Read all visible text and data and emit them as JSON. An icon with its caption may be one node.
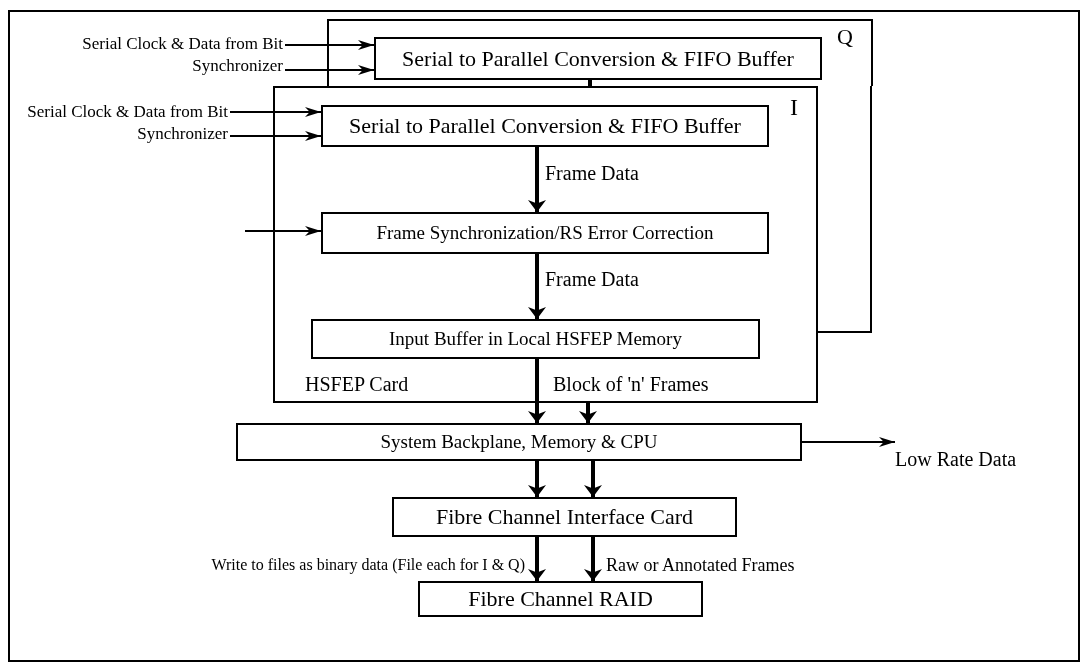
{
  "diagram": {
    "nodes": [
      {
        "text": [
          "Q"
        ]
      },
      {
        "text": [
          "Serial to Parallel Conversion & FIFO Buffer"
        ],
        "in": 0
      },
      {
        "text": [
          "Serial Clock & Data from Bit Synchronizer"
        ]
      },
      {
        "text": [
          "I",
          "HSFEP Card"
        ]
      },
      {
        "text": [
          "Serial to Parallel Conversion & FIFO Buffer"
        ],
        "in": 3
      },
      {
        "text": [
          "Serial Clock & Data from Bit Synchronizer"
        ]
      },
      {
        "text": [
          "Frame Synchronization/RS Error Correction"
        ],
        "in": 3
      },
      {
        "text": [
          "Input Buffer in Local HSFEP Memory"
        ],
        "in": 3
      },
      {
        "text": [
          "System Backplane, Memory & CPU"
        ]
      },
      {
        "text": [
          "Fibre Channel Interface Card"
        ]
      },
      {
        "text": [
          "Fibre Channel RAID"
        ]
      },
      {
        "text": [
          "Low Rate Data"
        ]
      }
    ],
    "edges": [
      {
        "from": 2,
        "to": 1,
        "arrow": "to"
      },
      {
        "from": 2,
        "to": 1,
        "arrow": "to"
      },
      {
        "from": 5,
        "to": 4,
        "arrow": "to"
      },
      {
        "from": 5,
        "to": 4,
        "arrow": "to"
      },
      {
        "from": null,
        "to": 6,
        "arrow": "to"
      },
      {
        "from": 4,
        "to": 6,
        "arrow": "to",
        "label": "Frame Data"
      },
      {
        "from": 6,
        "to": 7,
        "arrow": "to",
        "label": "Frame Data"
      },
      {
        "from": 1,
        "to": 3,
        "arrow": "none"
      },
      {
        "from": 7,
        "to": 8,
        "arrow": "to"
      },
      {
        "from": 3,
        "to": 8,
        "arrow": "to",
        "label": "Block of 'n' Frames"
      },
      {
        "from": 8,
        "to": 9,
        "arrow": "to"
      },
      {
        "from": 8,
        "to": 9,
        "arrow": "to"
      },
      {
        "from": 9,
        "to": 10,
        "arrow": "to",
        "label": "Write to files as binary data (File each for I & Q)"
      },
      {
        "from": 9,
        "to": 10,
        "arrow": "to",
        "label": "Raw or Annotated Frames"
      },
      {
        "from": 8,
        "to": 11,
        "arrow": "to"
      }
    ]
  }
}
